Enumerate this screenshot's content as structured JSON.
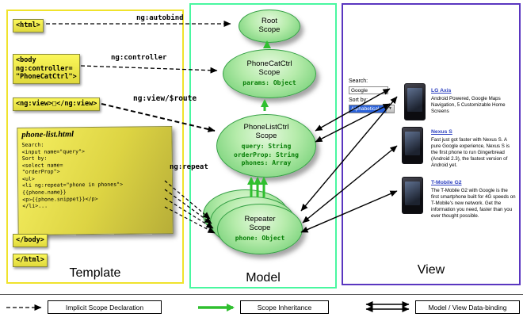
{
  "columns": {
    "template": "Template",
    "model": "Model",
    "view": "View"
  },
  "template": {
    "html_open": "<html>",
    "body_open": "<body\nng:controller=\n\"PhoneCatCtrl\">",
    "ng_view": "<ng:view>□</ng:view>",
    "note_title": "phone-list.html",
    "note_code": "Search:\n<input name=\"query\">\nSort by:\n<select name=\n\"orderProp\">\n<ul>\n<li ng:repeat=\"phone in phones\">\n{{phone.name}}\n<p>{{phone.snippet}}</p>\n</li>...",
    "body_close": "</body>",
    "html_close": "</html>"
  },
  "model": {
    "root_scope": {
      "title": "Root\nScope"
    },
    "phonecat_scope": {
      "title": "PhoneCatCtrl\nScope",
      "props": "params: Object"
    },
    "phonelist_scope": {
      "title": "PhoneListCtrl\nScope",
      "props": "query: String\norderProp: String\nphones: Array"
    },
    "repeater_scope": {
      "title": "Repeater\nScope",
      "props": "phone: Object"
    }
  },
  "arrow_labels": {
    "autobind": "ng:autobind",
    "controller": "ng:controller",
    "view_route": "ng:view/$route",
    "repeat": "ng:repeat"
  },
  "view": {
    "search_label": "Search:",
    "search_value": "Google",
    "sort_label": "Sort by:",
    "sort_value": "Alphabetical",
    "phones": [
      {
        "name": "LG Axis",
        "description": "Android Powered, Google Maps Navigation, 5 Customizable Home Screens"
      },
      {
        "name": "Nexus S",
        "description": "Fast just got faster with Nexus S. A pure Google experience, Nexus S is the first phone to run Gingerbread (Android 2.3), the fastest version of Android yet."
      },
      {
        "name": "T-Mobile G2",
        "description": "The T-Mobile G2 with Google is the first smartphone built for 4G speeds on T-Mobile's new network. Get the information you need, faster than you ever thought possible."
      }
    ]
  },
  "legend": [
    {
      "label": "Implicit Scope Declaration",
      "arrow": "dashed-black"
    },
    {
      "label": "Scope Inheritance",
      "arrow": "solid-green"
    },
    {
      "label": "Model / View Data-binding",
      "arrow": "double-headed-black"
    }
  ],
  "colors": {
    "template_border": "#f0e32c",
    "model_border": "#49f7a0",
    "view_border": "#5a36c0",
    "tag_fill": "#f7f162",
    "scope_fill": "#9fe39a",
    "scope_border": "#35a045",
    "inheritance_arrow": "#2fbf2f",
    "prop_text": "#067d06",
    "link_text": "#2b3fc0",
    "select_highlight": "#2b62d9"
  }
}
